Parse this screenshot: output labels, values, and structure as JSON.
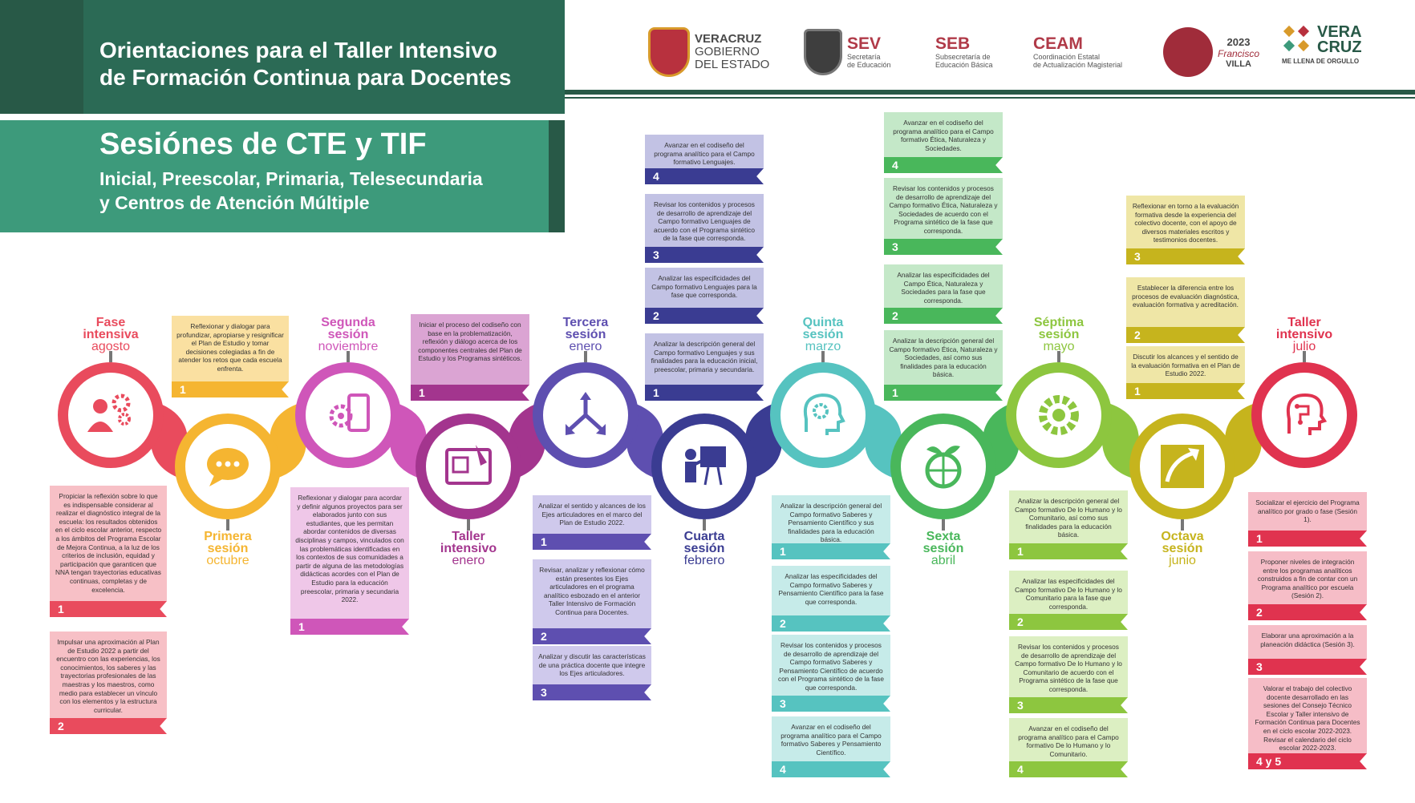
{
  "header": {
    "title_line1": "Orientaciones para el Taller Intensivo",
    "title_line2": "de Formación Continua para Docentes",
    "subtitle": "Sesiónes de CTE y TIF",
    "audience_line1": "Inicial, Preescolar, Primaria, Telesecundaria",
    "audience_line2": "y Centros de Atención Múltiple"
  },
  "logos": {
    "veracruz": {
      "line1": "VERACRUZ",
      "line2": "GOBIERNO",
      "line3": "DEL ESTADO"
    },
    "sev": {
      "name": "SEV",
      "line1": "Secretaría",
      "line2": "de Educación"
    },
    "seb": {
      "name": "SEB",
      "line1": "Subsecretaría de",
      "line2": "Educación Básica"
    },
    "ceam": {
      "name": "CEAM",
      "line1": "Coordinación Estatal",
      "line2": "de Actualización Magisterial"
    },
    "villa": {
      "year": "2023",
      "line1": "Francisco",
      "line2": "VILLA"
    },
    "veracruz2": {
      "line1": "VERA",
      "line2": "CRUZ",
      "tagline": "ME LLENA DE ORGULLO"
    }
  },
  "colors": {
    "red": "#e94b5d",
    "orange": "#f5b531",
    "magenta": "#cf56b9",
    "purple": "#a3358e",
    "violet": "#5e4fb0",
    "indigo": "#3a3c92",
    "teal": "#56c3c0",
    "green": "#49b75b",
    "lime": "#8dc63f",
    "gold": "#c6b41d",
    "pink": "#e0334f"
  },
  "sessions": [
    {
      "label_top": "Fase",
      "label_mid": "intensiva",
      "label_bot": "agosto",
      "icon": "people-gears-icon"
    },
    {
      "label_top": "Primera",
      "label_mid": "sesión",
      "label_bot": "octubre",
      "icon": "chat-bubble-icon"
    },
    {
      "label_top": "Segunda",
      "label_mid": "sesión",
      "label_bot": "noviembre",
      "icon": "gear-document-icon"
    },
    {
      "label_top": "Taller",
      "label_mid": "intensivo",
      "label_bot": "enero",
      "icon": "blueprint-icon"
    },
    {
      "label_top": "Tercera",
      "label_mid": "sesión",
      "label_bot": "enero",
      "icon": "three-arrows-icon"
    },
    {
      "label_top": "Cuarta",
      "label_mid": "sesión",
      "label_bot": "febrero",
      "icon": "teacher-board-icon"
    },
    {
      "label_top": "Quinta",
      "label_mid": "sesión",
      "label_bot": "marzo",
      "icon": "head-gears-icon"
    },
    {
      "label_top": "Sexta",
      "label_mid": "sesión",
      "label_bot": "abril",
      "icon": "globe-plant-icon"
    },
    {
      "label_top": "Séptima",
      "label_mid": "sesión",
      "label_bot": "mayo",
      "icon": "gear-people-icon"
    },
    {
      "label_top": "Octava",
      "label_mid": "sesión",
      "label_bot": "junio",
      "icon": "growth-arrow-icon"
    },
    {
      "label_top": "Taller",
      "label_mid": "intensivo",
      "label_bot": "julio",
      "icon": "head-circuit-icon"
    }
  ],
  "boxes": {
    "fase_1": {
      "text": "Propiciar la reflexión sobre lo que es indispensable considerar al realizar el diagnóstico integral de la escuela: los resultados obtenidos en el ciclo escolar anterior, respecto a los ámbitos del Programa Escolar de Mejora Continua, a la luz de los criterios de inclusión, equidad y participación que garanticen que NNA tengan trayectorias educativas continuas, completas y de excelencia.",
      "num": "1"
    },
    "fase_2": {
      "text": "Impulsar una aproximación al Plan de Estudio 2022 a partir del encuentro con las experiencias, los conocimientos, los saberes y las trayectorias profesionales de las maestras y los maestros, como medio para establecer un vínculo con los elementos y la estructura curricular.",
      "num": "2"
    },
    "primera_1": {
      "text": "Reflexionar y dialogar para profundizar, apropiarse y resignificar el Plan de Estudio y tomar decisiones colegiadas a fin de atender los retos que cada escuela enfrenta.",
      "num": "1"
    },
    "segunda_1": {
      "text": "Reflexionar y dialogar para acordar y definir algunos proyectos para ser elaborados junto con sus estudiantes, que les permitan abordar contenidos de diversas disciplinas y campos, vinculados con las problemáticas identificadas en los contextos de sus comunidades a partir de alguna de las metodologías didácticas acordes con el Plan de Estudio para la educación preescolar, primaria y secundaria 2022.",
      "num": "1"
    },
    "taller_enero_1": {
      "text": "Iniciar el proceso del codiseño con base en la problematización, reflexión y diálogo acerca de los componentes centrales del Plan de Estudio y los Programas sintéticos.",
      "num": "1"
    },
    "tercera_1": {
      "text": "Analizar el sentido y alcances de los Ejes articuladores en el marco del Plan de Estudio 2022.",
      "num": "1"
    },
    "tercera_2": {
      "text": "Revisar, analizar y reflexionar cómo están presentes los Ejes articuladores en el programa analítico esbozado en el anterior Taller Intensivo de Formación Continua para Docentes.",
      "num": "2"
    },
    "tercera_3": {
      "text": "Analizar y discutir las características de una práctica docente que integre los Ejes articuladores.",
      "num": "3"
    },
    "cuarta_4": {
      "text": "Avanzar en el codiseño del programa analítico para el Campo formativo Lenguajes.",
      "num": "4"
    },
    "cuarta_3": {
      "text": "Revisar los contenidos y procesos de desarrollo de aprendizaje del Campo formativo Lenguajes de acuerdo con el Programa sintético de la fase que corresponda.",
      "num": "3"
    },
    "cuarta_2": {
      "text": "Analizar las especificidades del Campo formativo Lenguajes para la fase que corresponda.",
      "num": "2"
    },
    "cuarta_1": {
      "text": "Analizar la descripción general del Campo formativo Lenguajes y sus finalidades para la educación inicial, preescolar, primaria y secundaria.",
      "num": "1"
    },
    "quinta_1": {
      "text": "Analizar la descripción general del Campo formativo Saberes y Pensamiento Científico y sus finalidades para la educación básica.",
      "num": "1"
    },
    "quinta_2": {
      "text": "Analizar las especificidades del Campo formativo Saberes y Pensamiento Científico para la fase que corresponda.",
      "num": "2"
    },
    "quinta_3": {
      "text": "Revisar los contenidos y procesos de desarrollo de aprendizaje del Campo formativo Saberes y Pensamiento Científico de acuerdo con el Programa sintético de la fase que corresponda.",
      "num": "3"
    },
    "quinta_4": {
      "text": "Avanzar en el codiseño del programa analítico para el Campo formativo Saberes y Pensamiento Científico.",
      "num": "4"
    },
    "sexta_4": {
      "text": "Avanzar en el codiseño del programa analítico para el Campo formativo Ética, Naturaleza y Sociedades.",
      "num": "4"
    },
    "sexta_3": {
      "text": "Revisar los contenidos y procesos de desarrollo de aprendizaje del Campo formativo Ética, Naturaleza y Sociedades de acuerdo con el Programa sintético de la fase que corresponda.",
      "num": "3"
    },
    "sexta_2": {
      "text": "Analizar las especificidades del Campo Ética, Naturaleza y Sociedades para la fase que corresponda.",
      "num": "2"
    },
    "sexta_1": {
      "text": "Analizar la descripción general del Campo formativo Ética, Naturaleza y Sociedades, así como sus finalidades para la educación básica.",
      "num": "1"
    },
    "septima_1": {
      "text": "Analizar la descripción general del Campo formativo De lo Humano y lo Comunitario, así como sus finalidades para la educación básica.",
      "num": "1"
    },
    "septima_2": {
      "text": "Analizar las especificidades del Campo formativo De lo Humano y lo Comunitario para la fase que corresponda.",
      "num": "2"
    },
    "septima_3": {
      "text": "Revisar los contenidos y procesos de desarrollo de aprendizaje del Campo formativo De lo Humano y lo Comunitario de acuerdo con el Programa sintético de la fase que corresponda.",
      "num": "3"
    },
    "septima_4": {
      "text": "Avanzar en el codiseño del programa analítico para el Campo formativo De lo Humano y lo Comunitario.",
      "num": "4"
    },
    "octava_3": {
      "text": "Reflexionar en torno a la evaluación formativa desde la experiencia del colectivo docente, con el apoyo de diversos materiales escritos y testimonios docentes.",
      "num": "3"
    },
    "octava_2": {
      "text": "Establecer la diferencia entre los procesos de evaluación diagnóstica, evaluación formativa y acreditación.",
      "num": "2"
    },
    "octava_1": {
      "text": "Discutir los alcances y el sentido de la evaluación formativa en el Plan de Estudio 2022.",
      "num": "1"
    },
    "taller_julio_1": {
      "text": "Socializar el ejercicio del Programa analítico por grado o fase (Sesión 1).",
      "num": "1"
    },
    "taller_julio_2": {
      "text": "Proponer niveles de integración entre los programas analíticos construidos a fin de contar con un Programa analítico por escuela (Sesión 2).",
      "num": "2"
    },
    "taller_julio_3": {
      "text": "Elaborar una aproximación a la planeación didáctica (Sesión 3).",
      "num": "3"
    },
    "taller_julio_45": {
      "text": "Valorar el trabajo del colectivo docente desarrollado en las sesiones del Consejo Técnico Escolar y Taller intensivo de Formación Continua para Docentes en el ciclo escolar 2022-2023. Revisar el calendario del ciclo escolar 2022-2023.",
      "num": "4 y 5"
    }
  }
}
